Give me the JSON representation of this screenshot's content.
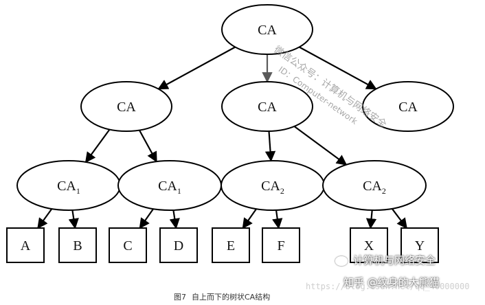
{
  "diagram": {
    "nodes": [
      {
        "id": "root",
        "shape": "ellipse",
        "label": "CA",
        "sub": ""
      },
      {
        "id": "ca-l1a",
        "shape": "ellipse",
        "label": "CA",
        "sub": ""
      },
      {
        "id": "ca-l1b",
        "shape": "ellipse",
        "label": "CA",
        "sub": ""
      },
      {
        "id": "ca-l1c",
        "shape": "ellipse",
        "label": "CA",
        "sub": ""
      },
      {
        "id": "ca1-a",
        "shape": "ellipse",
        "label": "CA",
        "sub": "1"
      },
      {
        "id": "ca1-b",
        "shape": "ellipse",
        "label": "CA",
        "sub": "1"
      },
      {
        "id": "ca2-a",
        "shape": "ellipse",
        "label": "CA",
        "sub": "2"
      },
      {
        "id": "ca2-b",
        "shape": "ellipse",
        "label": "CA",
        "sub": "2"
      },
      {
        "id": "leaf-a",
        "shape": "box",
        "label": "A",
        "sub": ""
      },
      {
        "id": "leaf-b",
        "shape": "box",
        "label": "B",
        "sub": ""
      },
      {
        "id": "leaf-c",
        "shape": "box",
        "label": "C",
        "sub": ""
      },
      {
        "id": "leaf-d",
        "shape": "box",
        "label": "D",
        "sub": ""
      },
      {
        "id": "leaf-e",
        "shape": "box",
        "label": "E",
        "sub": ""
      },
      {
        "id": "leaf-f",
        "shape": "box",
        "label": "F",
        "sub": ""
      },
      {
        "id": "leaf-x",
        "shape": "box",
        "label": "X",
        "sub": ""
      },
      {
        "id": "leaf-y",
        "shape": "box",
        "label": "Y",
        "sub": ""
      }
    ],
    "edges": [
      {
        "from": "root",
        "to": "ca-l1a"
      },
      {
        "from": "root",
        "to": "ca-l1b",
        "color": "gray"
      },
      {
        "from": "root",
        "to": "ca-l1c"
      },
      {
        "from": "ca-l1a",
        "to": "ca1-a"
      },
      {
        "from": "ca-l1a",
        "to": "ca1-b"
      },
      {
        "from": "ca-l1b",
        "to": "ca2-a"
      },
      {
        "from": "ca-l1b",
        "to": "ca2-b"
      },
      {
        "from": "ca1-a",
        "to": "leaf-a"
      },
      {
        "from": "ca1-a",
        "to": "leaf-b"
      },
      {
        "from": "ca1-b",
        "to": "leaf-c"
      },
      {
        "from": "ca1-b",
        "to": "leaf-d"
      },
      {
        "from": "ca2-a",
        "to": "leaf-e"
      },
      {
        "from": "ca2-a",
        "to": "leaf-f"
      },
      {
        "from": "ca2-b",
        "to": "leaf-x"
      },
      {
        "from": "ca2-b",
        "to": "leaf-y"
      }
    ]
  },
  "watermarks": {
    "diagonal_line1": "微信公众号：计算机与网络安全",
    "diagonal_line2": "ID：Computer-network",
    "account": "计算机与网络安全",
    "brand": "知乎 @纹身的大熊猫",
    "url": "https://blog.csdn.net/qq_40000000"
  },
  "caption": {
    "figure_no": "图7",
    "text": "自上而下的树状CA结构"
  },
  "colors": {
    "stroke": "#000000",
    "gray_arrow": "#5a5a5a",
    "watermark": "#8a8a8a"
  }
}
